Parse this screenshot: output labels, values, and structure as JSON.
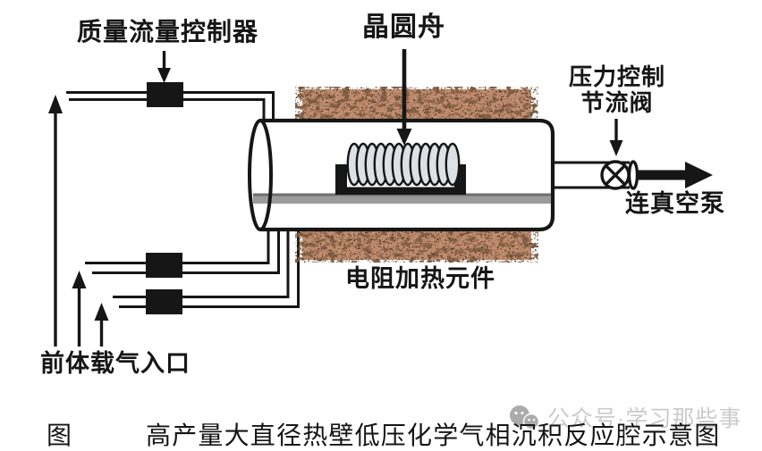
{
  "diagram": {
    "labels": {
      "mass_flow_controller": "质量流量控制器",
      "wafer_boat": "晶圆舟",
      "pressure_valve_line1": "压力控制",
      "pressure_valve_line2": "节流阀",
      "vacuum_pump": "连真空泵",
      "heater": "电阻加热元件",
      "gas_inlet": "前体载气入口"
    },
    "icons": {
      "mfc_blocks": "mass-flow-controller-block-icon",
      "valve": "throttle-valve-icon",
      "vacuum_arrow": "vacuum-pump-arrow-icon",
      "watermark_icon": "wechat-icon"
    },
    "colors": {
      "line": "#161616",
      "heater_base": "#c28d6f",
      "heater_speckle_dark": "#2c1a10",
      "wafer_fill": "#dde1e6",
      "paddle_gray": "#9b9b9b",
      "paddle_edge": "#6e6e6e",
      "watermark_text": "#c6c6c6",
      "watermark_icon": "#a3a3a3"
    }
  },
  "caption": {
    "figure_label": "图",
    "text": "高产量大直径热壁低压化学气相沉积反应腔示意图"
  },
  "watermark": {
    "text": "公众号·学习那些事"
  }
}
